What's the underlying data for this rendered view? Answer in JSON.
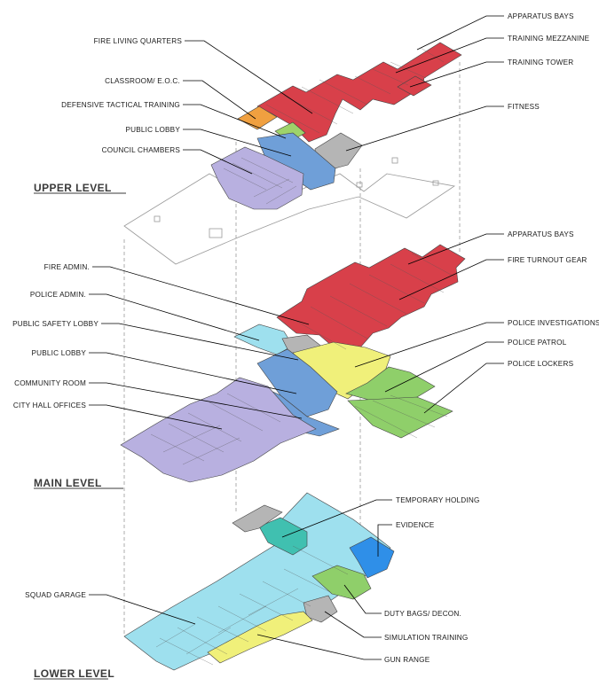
{
  "levels": {
    "upper": "UPPER LEVEL",
    "main": "MAIN LEVEL",
    "lower": "LOWER LEVEL"
  },
  "upper_labels": {
    "apparatus_bays": "APPARATUS BAYS",
    "fire_living_quarters": "FIRE LIVING QUARTERS",
    "training_mezzanine": "TRAINING MEZZANINE",
    "classroom_eoc": "CLASSROOM/ E.O.C.",
    "training_tower": "TRAINING TOWER",
    "defensive_tactical_training": "DEFENSIVE TACTICAL TRAINING",
    "fitness": "FITNESS",
    "public_lobby": "PUBLIC LOBBY",
    "council_chambers": "COUNCIL CHAMBERS"
  },
  "main_labels": {
    "apparatus_bays": "APPARATUS BAYS",
    "fire_turnout_gear": "FIRE TURNOUT GEAR",
    "fire_admin": "FIRE ADMIN.",
    "police_admin": "POLICE ADMIN.",
    "public_safety_lobby": "PUBLIC SAFETY LOBBY",
    "police_investigations": "POLICE INVESTIGATIONS",
    "police_patrol": "POLICE PATROL",
    "public_lobby": "PUBLIC LOBBY",
    "police_lockers": "POLICE LOCKERS",
    "community_room": "COMMUNITY ROOM",
    "city_hall_offices": "CITY HALL OFFICES"
  },
  "lower_labels": {
    "temporary_holding": "TEMPORARY HOLDING",
    "evidence": "EVIDENCE",
    "squad_garage": "SQUAD GARAGE",
    "duty_bags_decon": "DUTY BAGS/ DECON.",
    "simulation_training": "SIMULATION TRAINING",
    "gun_range": "GUN RANGE"
  },
  "colors": {
    "fire_red": "#d8404a",
    "orange": "#f0a040",
    "light_green": "#9ed36a",
    "green": "#8fcf6a",
    "blue": "#6f9fd8",
    "lavender": "#b8b0e0",
    "gray": "#b5b5b5",
    "yellow": "#f0f07a",
    "cyan_light": "#9ee0ee",
    "teal": "#40c0b0",
    "evidence_blue": "#2f8fe8"
  }
}
